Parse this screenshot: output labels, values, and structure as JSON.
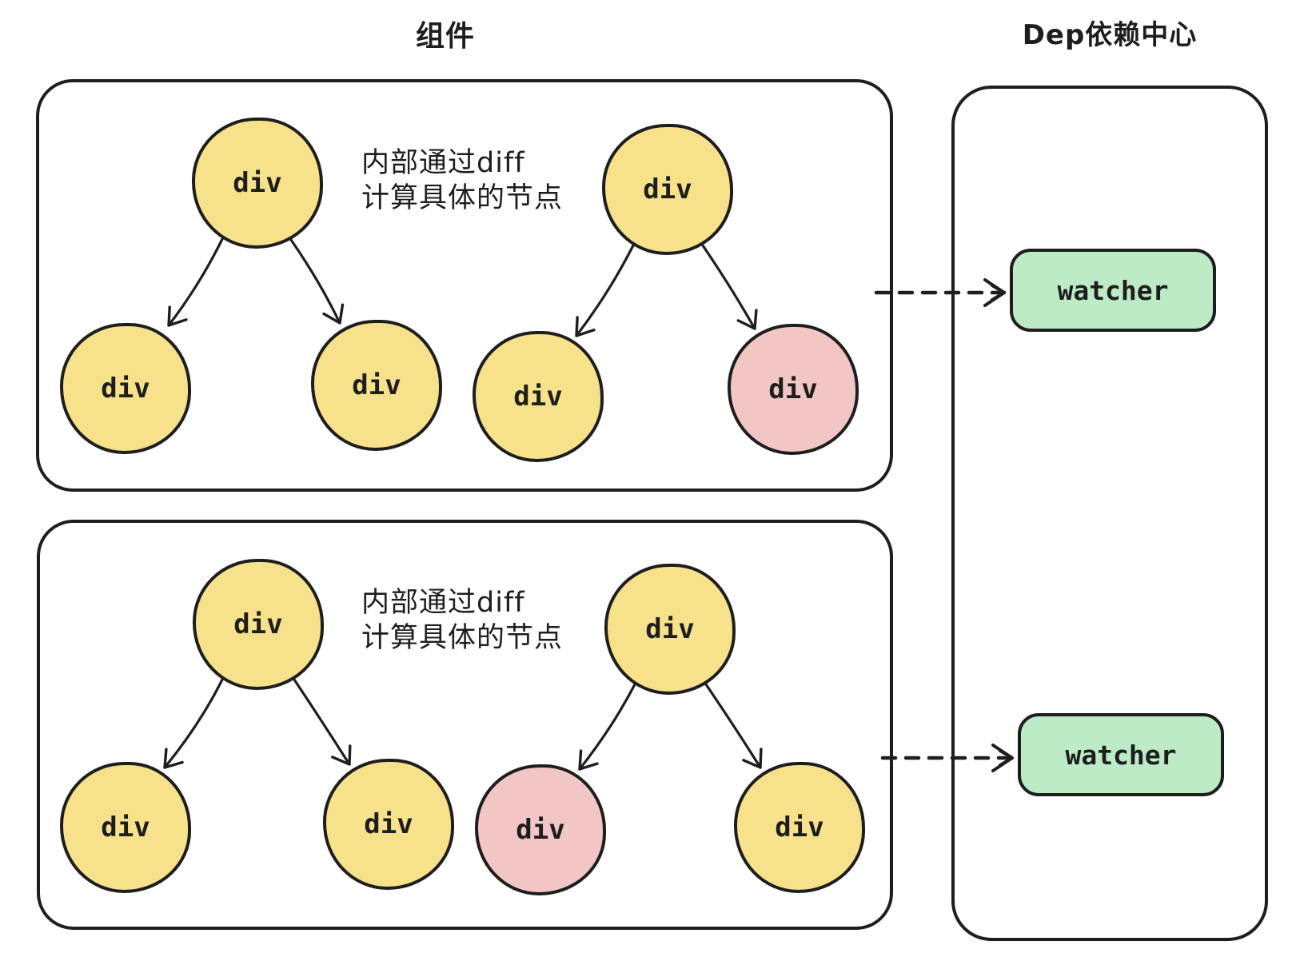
{
  "titles": {
    "components": "组件",
    "dep_center": "Dep依赖中心"
  },
  "boxes": [
    {
      "note_line1": "内部通过diff",
      "note_line2": "计算具体的节点",
      "trees": [
        {
          "root": {
            "label": "div",
            "color": "yellow"
          },
          "children": [
            {
              "label": "div",
              "color": "yellow"
            },
            {
              "label": "div",
              "color": "yellow"
            }
          ]
        },
        {
          "root": {
            "label": "div",
            "color": "yellow"
          },
          "children": [
            {
              "label": "div",
              "color": "yellow"
            },
            {
              "label": "div",
              "color": "pink"
            }
          ]
        }
      ]
    },
    {
      "note_line1": "内部通过diff",
      "note_line2": "计算具体的节点",
      "trees": [
        {
          "root": {
            "label": "div",
            "color": "yellow"
          },
          "children": [
            {
              "label": "div",
              "color": "yellow"
            },
            {
              "label": "div",
              "color": "yellow"
            }
          ]
        },
        {
          "root": {
            "label": "div",
            "color": "yellow"
          },
          "children": [
            {
              "label": "div",
              "color": "pink"
            },
            {
              "label": "div",
              "color": "yellow"
            }
          ]
        }
      ]
    }
  ],
  "watchers": [
    {
      "label": "watcher"
    },
    {
      "label": "watcher"
    }
  ],
  "colors": {
    "stroke": "#1e1e1e",
    "node_yellow": "#f7e28b",
    "node_pink": "#f2c6c4",
    "watcher_green": "#bdebc6",
    "background": "#ffffff"
  }
}
